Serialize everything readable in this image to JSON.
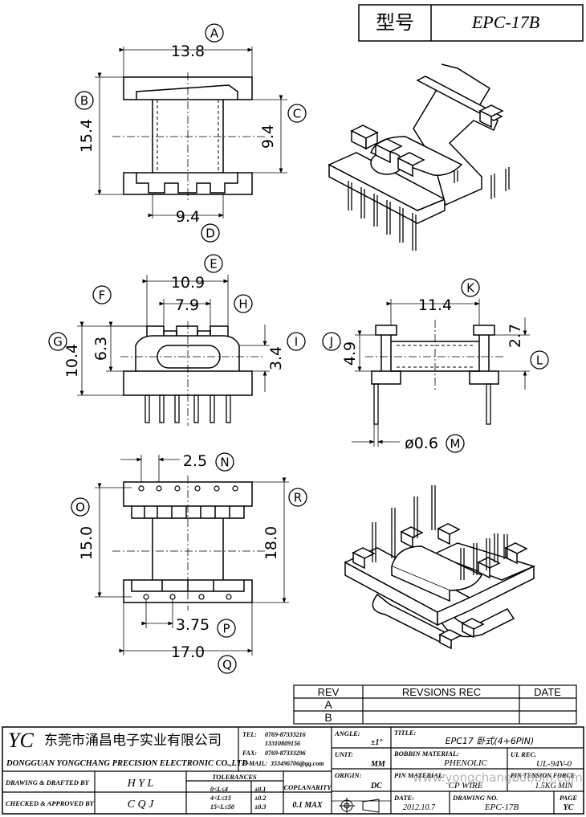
{
  "header": {
    "type_label": "型号",
    "model": "EPC-17B"
  },
  "dimensions": {
    "A": "13.8",
    "B": "15.4",
    "C": "9.4",
    "D": "9.4",
    "E": "10.9",
    "F": "6.3",
    "G": "10.4",
    "H": "7.9",
    "I": "3.4",
    "J": "4.9",
    "K": "11.4",
    "L": "2.7",
    "M": "ø0.6",
    "N": "2.5",
    "O": "15.0",
    "P": "3.75",
    "Q": "17.0",
    "R": "18.0"
  },
  "letters": [
    "A",
    "B",
    "C",
    "D",
    "E",
    "F",
    "G",
    "H",
    "I",
    "J",
    "K",
    "L",
    "M",
    "N",
    "O",
    "P",
    "Q",
    "R"
  ],
  "revision": {
    "rev_header": "REV",
    "rec_header": "REVSIONS REC",
    "date_header": "DATE",
    "rows": [
      "A",
      "B"
    ]
  },
  "company": {
    "logo": "YC",
    "name_cn": "东莞市涌昌电子实业有限公司",
    "name_en": "DONGGUAN YONGCHANG PRECISION ELECTRONIC CO.,LTD",
    "tel_label": "TEL:",
    "tel1": "0769-87333216",
    "tel2": "13310809156",
    "fax_label": "FAX:",
    "fax": "0769-87333296",
    "email_label": "E-MAIL:",
    "email": "353496706@qq.com"
  },
  "title_block": {
    "drawing_label": "DRAWING & DRAFTED BY",
    "drawing_value": "H Y L",
    "checked_label": "CHECKED & APPROVED BY",
    "checked_value": "C Q J",
    "tolerances_label": "TOLERANCES",
    "tol_rows": [
      {
        "range": "0<L≤4",
        "value": "±0.1"
      },
      {
        "range": "4<L≤15",
        "value": "±0.2"
      },
      {
        "range": "15<L≤50",
        "value": "±0.3"
      }
    ],
    "coplanarity_label": "COPLANARITY",
    "coplanarity_value": "0.1 MAX",
    "angle_label": "ANGLE:",
    "angle_value": "±1°",
    "unit_label": "UNIT:",
    "unit_value": "MM",
    "origin_label": "ORIGIN:",
    "origin_value": "DC",
    "title_label": "TITLE:",
    "title_value": "EPC17 卧式(4+6PIN)",
    "bobbin_label": "BOBBIN MATERIAL:",
    "bobbin_value": "PHENOLIC",
    "ul_label": "UL REC.",
    "ul_value": "UL-94V-0",
    "pin_label": "PIN MATERIAL:",
    "pin_value": "CP WIRE",
    "tension_label": "PIN TENSION FORCE",
    "tension_value": "1.5KG MIN",
    "date_label": "DATE:",
    "date_value": "2012.10.7",
    "drawing_no_label": "DRAWING NO.",
    "drawing_no_value": "EPC-17B",
    "page_label": "PAGE",
    "page_value": "YC"
  },
  "watermark": "www.yongchangbobbin.com"
}
